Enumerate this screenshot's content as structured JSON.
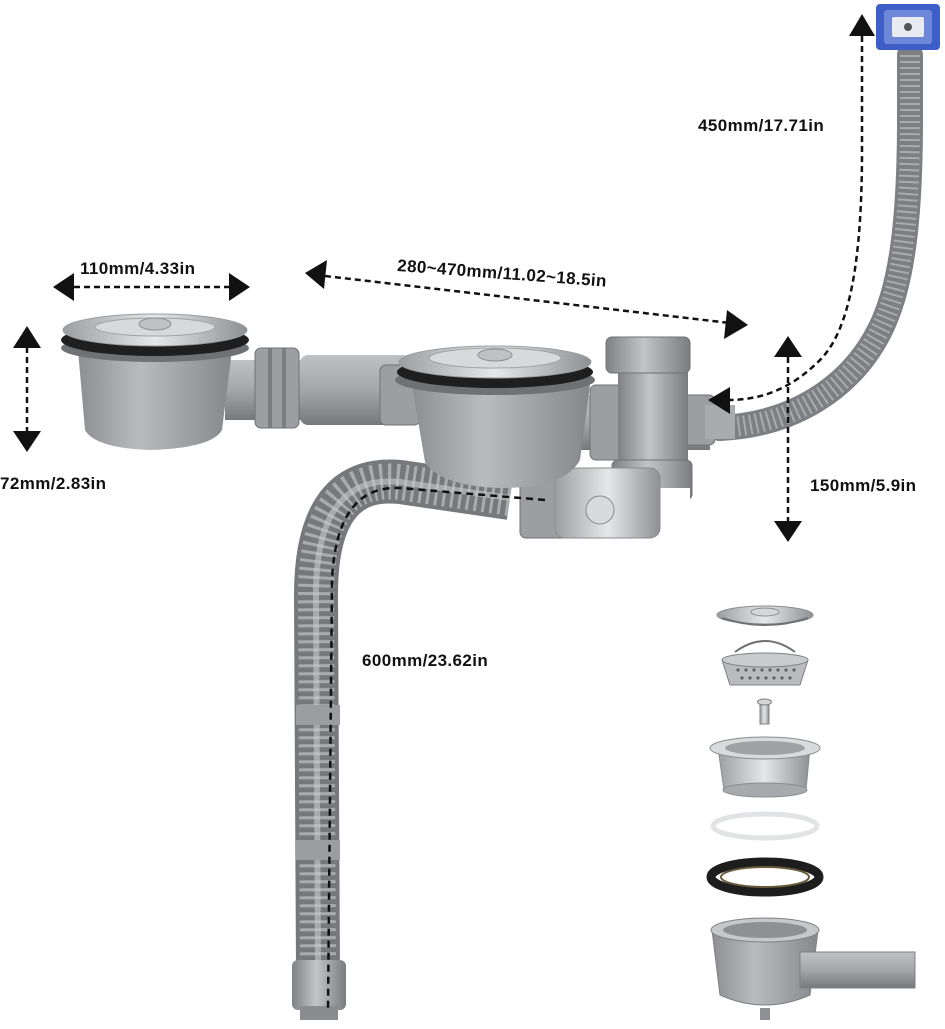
{
  "dimensions": {
    "overflow_hose_length": "450mm/17.71in",
    "strainer_diameter": "110mm/4.33in",
    "sink_spacing": "280~470mm/11.02~18.5in",
    "strainer_depth": "72mm/2.83in",
    "outlet_height": "150mm/5.9in",
    "drain_hose_length": "600mm/23.62in"
  },
  "colors": {
    "pipe_gray": "#a7a9ac",
    "steel": "#c9cbcd",
    "overflow_plate": "#3f5fc8",
    "text": "#111111"
  }
}
